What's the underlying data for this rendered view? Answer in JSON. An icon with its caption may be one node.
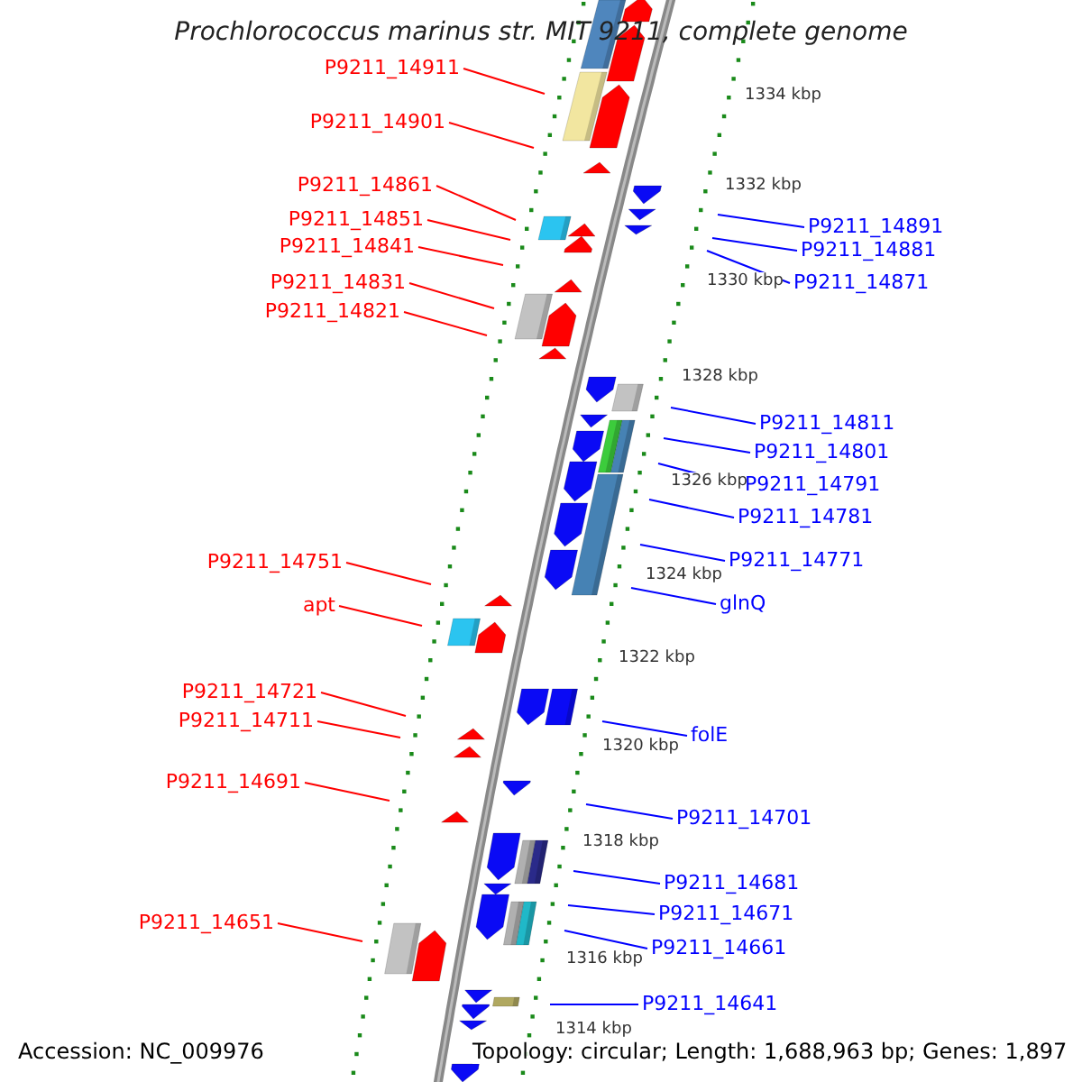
{
  "diagram": {
    "title": "Prochlorococcus marinus str. MIT 9211, complete genome",
    "nodes": [
      {
        "text": [
          "P9211_14911"
        ]
      },
      {
        "text": [
          "P9211_14901"
        ]
      },
      {
        "text": [
          "P9211_14861"
        ]
      },
      {
        "text": [
          "P9211_14851"
        ]
      },
      {
        "text": [
          "P9211_14841"
        ]
      },
      {
        "text": [
          "P9211_14831"
        ]
      },
      {
        "text": [
          "P9211_14821"
        ]
      },
      {
        "text": [
          "P9211_14751"
        ]
      },
      {
        "text": [
          "apt"
        ]
      },
      {
        "text": [
          "P9211_14721"
        ]
      },
      {
        "text": [
          "P9211_14711"
        ]
      },
      {
        "text": [
          "P9211_14691"
        ]
      },
      {
        "text": [
          "P9211_14651"
        ]
      },
      {
        "text": [
          "P9211_14891"
        ]
      },
      {
        "text": [
          "P9211_14881"
        ]
      },
      {
        "text": [
          "P9211_14871"
        ]
      },
      {
        "text": [
          "P9211_14811"
        ]
      },
      {
        "text": [
          "P9211_14801"
        ]
      },
      {
        "text": [
          "P9211_14791"
        ]
      },
      {
        "text": [
          "P9211_14781"
        ]
      },
      {
        "text": [
          "P9211_14771"
        ]
      },
      {
        "text": [
          "glnQ"
        ]
      },
      {
        "text": [
          "folE"
        ]
      },
      {
        "text": [
          "P9211_14701"
        ]
      },
      {
        "text": [
          "P9211_14681"
        ]
      },
      {
        "text": [
          "P9211_14671"
        ]
      },
      {
        "text": [
          "P9211_14661"
        ]
      },
      {
        "text": [
          "P9211_14641"
        ]
      }
    ],
    "edges": [
      {
        "from": 0,
        "to": null,
        "arrow": "none",
        "color": "#ff0000"
      },
      {
        "from": 1,
        "to": null,
        "arrow": "none",
        "color": "#ff0000"
      },
      {
        "from": 2,
        "to": null,
        "arrow": "none",
        "color": "#ff0000"
      },
      {
        "from": 3,
        "to": null,
        "arrow": "none",
        "color": "#ff0000"
      },
      {
        "from": 4,
        "to": null,
        "arrow": "none",
        "color": "#ff0000"
      },
      {
        "from": 5,
        "to": null,
        "arrow": "none",
        "color": "#ff0000"
      },
      {
        "from": 6,
        "to": null,
        "arrow": "none",
        "color": "#ff0000"
      },
      {
        "from": 7,
        "to": null,
        "arrow": "none",
        "color": "#ff0000"
      },
      {
        "from": 8,
        "to": null,
        "arrow": "none",
        "color": "#ff0000"
      },
      {
        "from": 9,
        "to": null,
        "arrow": "none",
        "color": "#ff0000"
      },
      {
        "from": 10,
        "to": null,
        "arrow": "none",
        "color": "#ff0000"
      },
      {
        "from": 11,
        "to": null,
        "arrow": "none",
        "color": "#ff0000"
      },
      {
        "from": 12,
        "to": null,
        "arrow": "none",
        "color": "#ff0000"
      },
      {
        "from": 13,
        "to": null,
        "arrow": "none"
      },
      {
        "from": 14,
        "to": null,
        "arrow": "none"
      },
      {
        "from": 15,
        "to": null,
        "arrow": "none"
      },
      {
        "from": 16,
        "to": null,
        "arrow": "none"
      },
      {
        "from": 17,
        "to": null,
        "arrow": "none"
      },
      {
        "from": 18,
        "to": null,
        "arrow": "none"
      },
      {
        "from": 19,
        "to": null,
        "arrow": "none"
      },
      {
        "from": 20,
        "to": null,
        "arrow": "none"
      },
      {
        "from": 21,
        "to": null,
        "arrow": "none"
      },
      {
        "from": 22,
        "to": null,
        "arrow": "none"
      },
      {
        "from": 23,
        "to": null,
        "arrow": "none"
      },
      {
        "from": 24,
        "to": null,
        "arrow": "none"
      },
      {
        "from": 25,
        "to": null,
        "arrow": "none"
      },
      {
        "from": 26,
        "to": null,
        "arrow": "none"
      },
      {
        "from": 27,
        "to": null,
        "arrow": "none"
      }
    ],
    "labels": [
      "1334 kbp",
      "1332 kbp",
      "1330 kbp",
      "1328 kbp",
      "1326 kbp",
      "1324 kbp",
      "1322 kbp",
      "1320 kbp",
      "1318 kbp",
      "1316 kbp",
      "1314 kbp",
      "Accession: NC_009976",
      "Topology: circular; Length: 1,688,963 bp; Genes: 1,897"
    ]
  }
}
